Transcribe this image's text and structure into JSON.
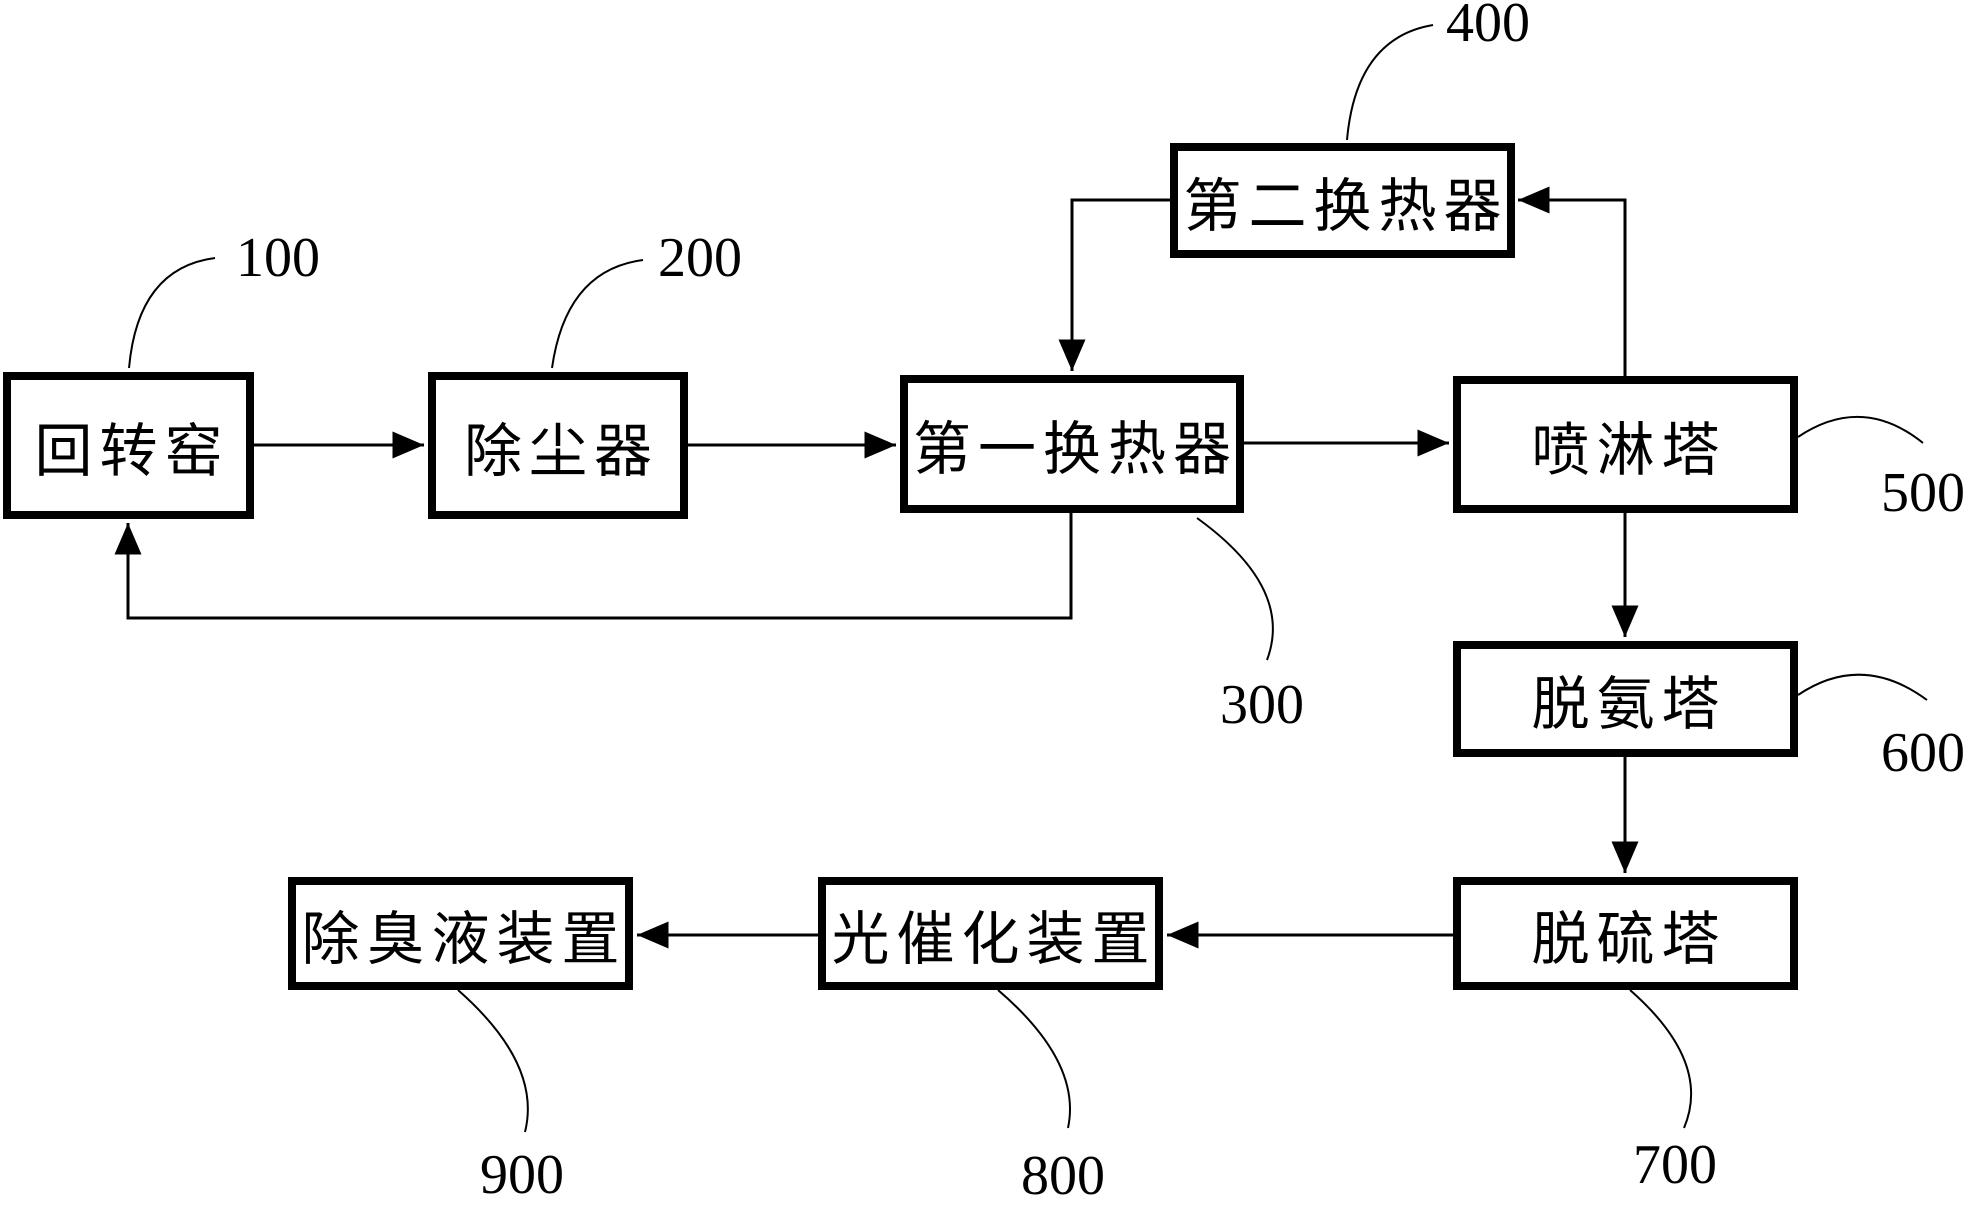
{
  "figure": {
    "background_color": "#ffffff",
    "ink_color": "#000000",
    "type": "patent-style process flow diagram"
  },
  "nodes": [
    {
      "id": "rotary-kiln",
      "label": "回转窑",
      "ref": "100"
    },
    {
      "id": "dust-collector",
      "label": "除尘器",
      "ref": "200"
    },
    {
      "id": "first-heat-exchanger",
      "label": "第一换热器",
      "ref": "300"
    },
    {
      "id": "second-heat-exchanger",
      "label": "第二换热器",
      "ref": "400"
    },
    {
      "id": "spray-tower",
      "label": "喷淋塔",
      "ref": "500"
    },
    {
      "id": "deamination-tower",
      "label": "脱氨塔",
      "ref": "600"
    },
    {
      "id": "desulfurization-tower",
      "label": "脱硫塔",
      "ref": "700"
    },
    {
      "id": "photocatalysis-device",
      "label": "光催化装置",
      "ref": "800"
    },
    {
      "id": "deodorizing-liquid-device",
      "label": "除臭液装置",
      "ref": "900"
    }
  ],
  "connections": [
    {
      "from": "回转窑",
      "to": "除尘器"
    },
    {
      "from": "除尘器",
      "to": "第一换热器"
    },
    {
      "from": "第一换热器",
      "to": "喷淋塔"
    },
    {
      "from": "喷淋塔",
      "to": "第二换热器"
    },
    {
      "from": "第二换热器",
      "to": "第一换热器"
    },
    {
      "from": "第一换热器",
      "to": "回转窑"
    },
    {
      "from": "喷淋塔",
      "to": "脱氨塔"
    },
    {
      "from": "脱氨塔",
      "to": "脱硫塔"
    },
    {
      "from": "脱硫塔",
      "to": "光催化装置"
    },
    {
      "from": "光催化装置",
      "to": "除臭液装置"
    }
  ]
}
